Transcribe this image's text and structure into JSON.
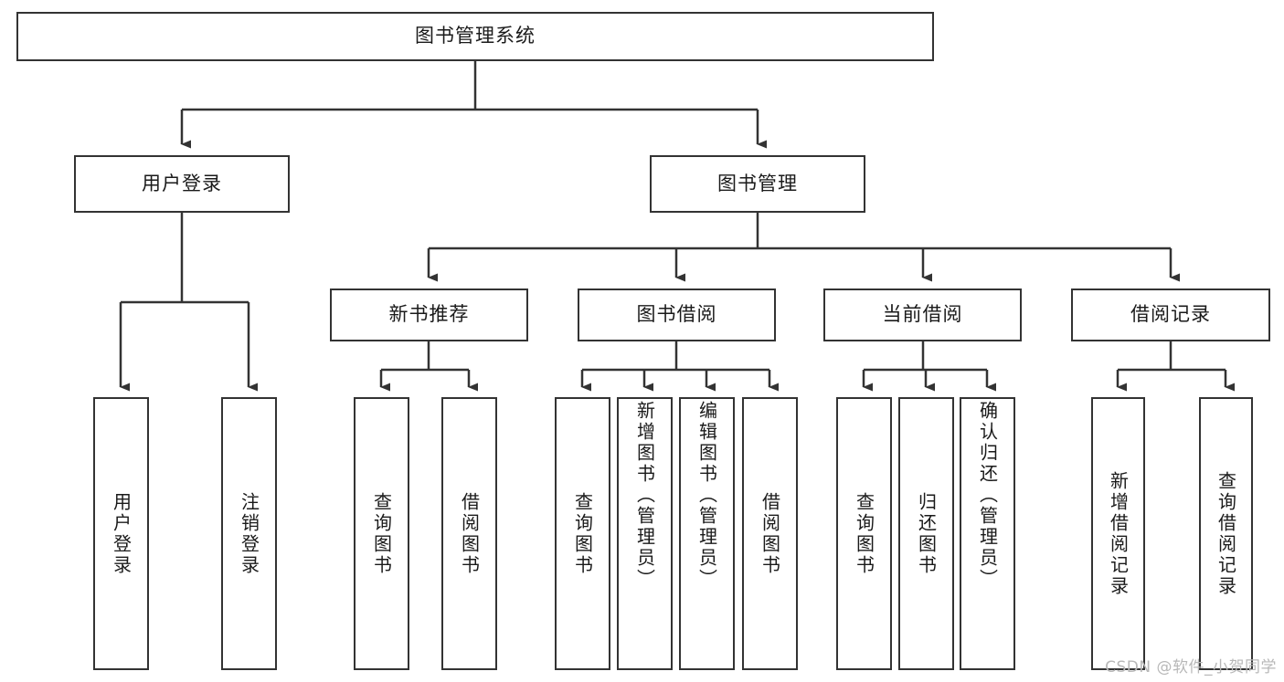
{
  "diagram": {
    "type": "tree-hierarchy-chart",
    "title": "图书管理系统",
    "watermark": "CSDN @软件_小贺同学",
    "colors": {
      "box_border": "#333333",
      "box_fill": "#ffffff",
      "connector": "#333333",
      "text": "#1a1a1a",
      "watermark": "#b8b8b8",
      "background": "#ffffff"
    },
    "nodes": {
      "root": {
        "label": "图书管理系统",
        "level": 0,
        "orientation": "horizontal"
      },
      "l1": [
        {
          "id": "user-login",
          "label": "用户登录",
          "orientation": "horizontal"
        },
        {
          "id": "book-manage",
          "label": "图书管理",
          "orientation": "horizontal"
        }
      ],
      "l2": [
        {
          "id": "new-book-rec",
          "label": "新书推荐",
          "orientation": "horizontal",
          "parent": "book-manage"
        },
        {
          "id": "book-borrow",
          "label": "图书借阅",
          "orientation": "horizontal",
          "parent": "book-manage"
        },
        {
          "id": "current-borrow",
          "label": "当前借阅",
          "orientation": "horizontal",
          "parent": "book-manage"
        },
        {
          "id": "borrow-record",
          "label": "借阅记录",
          "orientation": "horizontal",
          "parent": "book-manage"
        }
      ],
      "leaves": [
        {
          "id": "leaf-user-login",
          "label": "用户登录",
          "orientation": "vertical",
          "parent": "user-login"
        },
        {
          "id": "leaf-logout",
          "label": "注销登录",
          "orientation": "vertical",
          "parent": "user-login"
        },
        {
          "id": "leaf-query-book-1",
          "label": "查询图书",
          "orientation": "vertical",
          "parent": "new-book-rec"
        },
        {
          "id": "leaf-borrow-book-1",
          "label": "借阅图书",
          "orientation": "vertical",
          "parent": "new-book-rec"
        },
        {
          "id": "leaf-query-book-2",
          "label": "查询图书",
          "orientation": "vertical",
          "parent": "book-borrow"
        },
        {
          "id": "leaf-add-book",
          "label": "新增图书（管理员）",
          "orientation": "vertical",
          "parent": "book-borrow"
        },
        {
          "id": "leaf-edit-book",
          "label": "编辑图书（管理员）",
          "orientation": "vertical",
          "parent": "book-borrow"
        },
        {
          "id": "leaf-borrow-book-2",
          "label": "借阅图书",
          "orientation": "vertical",
          "parent": "book-borrow"
        },
        {
          "id": "leaf-query-book-3",
          "label": "查询图书",
          "orientation": "vertical",
          "parent": "current-borrow"
        },
        {
          "id": "leaf-return-book",
          "label": "归还图书",
          "orientation": "vertical",
          "parent": "current-borrow"
        },
        {
          "id": "leaf-confirm-return",
          "label": "确认归还（管理员）",
          "orientation": "vertical",
          "parent": "current-borrow"
        },
        {
          "id": "leaf-add-record",
          "label": "新增借阅记录",
          "orientation": "vertical",
          "parent": "borrow-record"
        },
        {
          "id": "leaf-query-record",
          "label": "查询借阅记录",
          "orientation": "vertical",
          "parent": "borrow-record"
        }
      ]
    }
  }
}
